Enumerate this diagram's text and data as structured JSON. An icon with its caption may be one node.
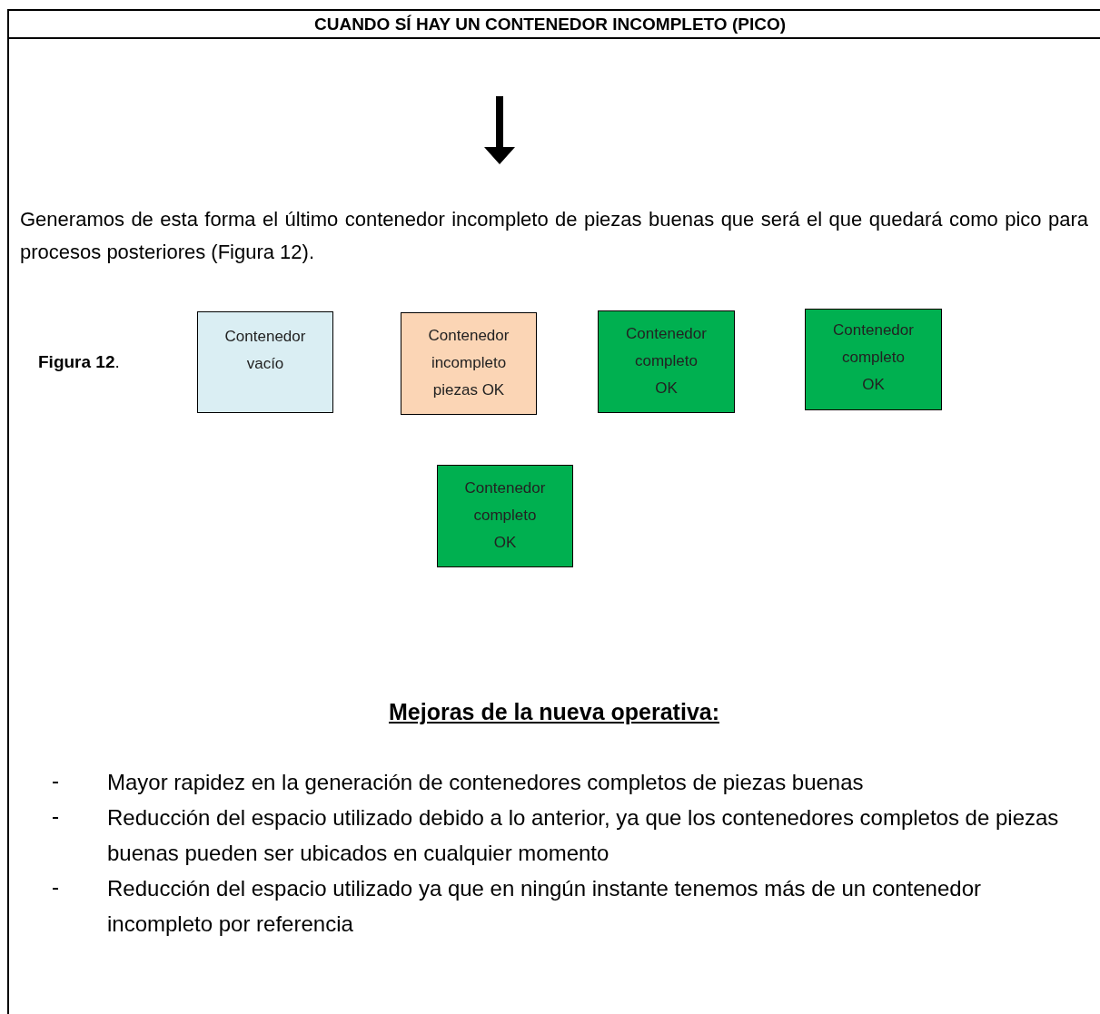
{
  "diagram": {
    "title": "CUANDO SÍ HAY UN CONTENEDOR INCOMPLETO (PICO)",
    "nodes": [
      {
        "text": [
          "Contenedor vacío"
        ]
      },
      {
        "text": [
          "Contenedor incompleto piezas OK"
        ]
      },
      {
        "text": [
          "Contenedor completo OK"
        ]
      },
      {
        "text": [
          "Contenedor completo OK"
        ]
      },
      {
        "text": [
          "Contenedor completo OK"
        ]
      }
    ],
    "labels": [
      "Generamos de esta forma el último contenedor incompleto de piezas buenas que será el que quedará como pico para procesos posteriores (Figura 12).",
      "**Figura 12**.",
      "Mejoras de la nueva operativa:",
      "Mayor rapidez en la generación de contenedores completos de piezas buenas",
      "Reducción del espacio utilizado debido a lo anterior, ya que los contenedores completos de piezas buenas pueden ser ubicados en cualquier momento",
      "Reducción del espacio utilizado ya que en ningún instante tenemos más de un contenedor incompleto por referencia"
    ]
  }
}
